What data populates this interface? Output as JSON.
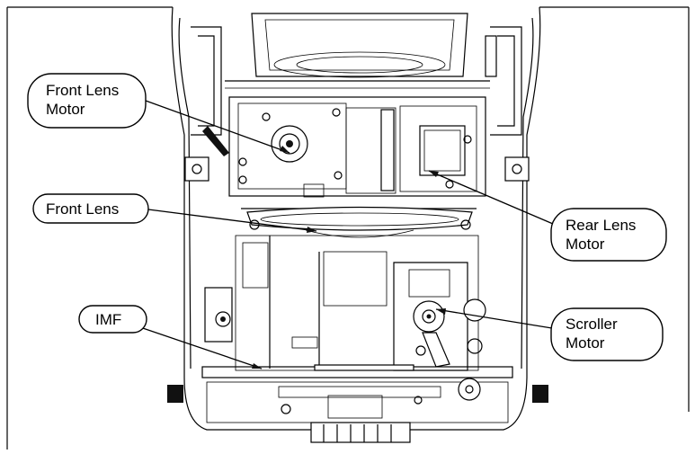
{
  "callouts": {
    "front_lens_motor": [
      "Front Lens",
      "Motor"
    ],
    "front_lens": "Front Lens",
    "imf": "IMF",
    "rear_lens_motor": [
      "Rear Lens",
      "Motor"
    ],
    "scroller_motor": [
      "Scroller",
      "Motor"
    ]
  }
}
